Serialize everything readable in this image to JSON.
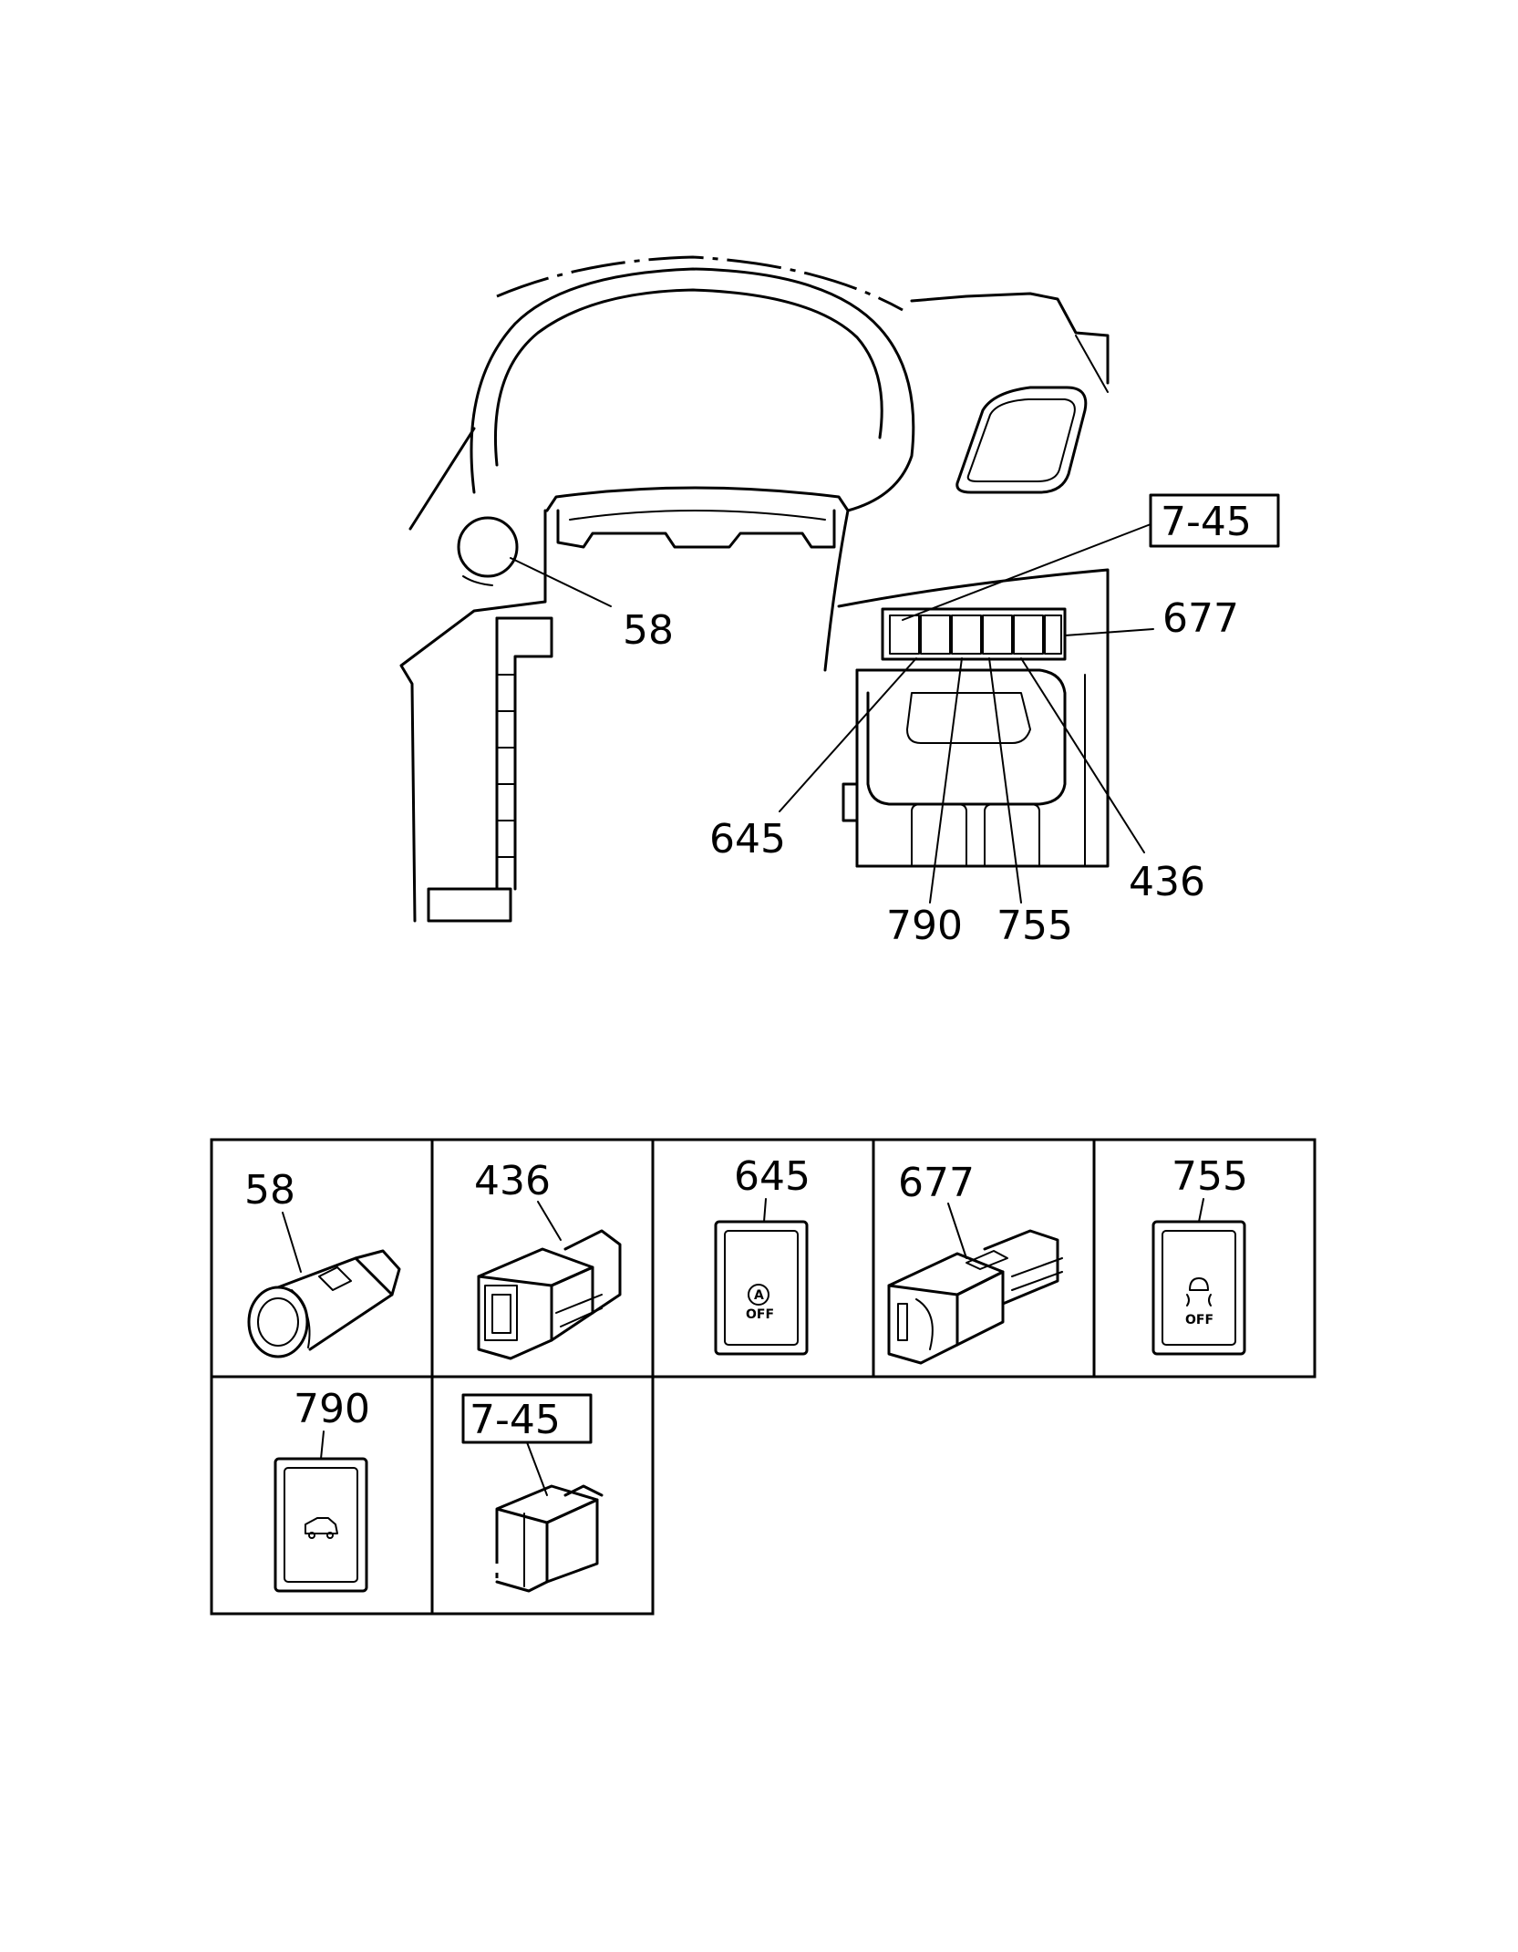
{
  "callouts": {
    "c58": "58",
    "c7_45": "7-45",
    "c677": "677",
    "c645": "645",
    "c436": "436",
    "c790": "790",
    "c755": "755"
  },
  "table": {
    "cells": [
      {
        "label": "58"
      },
      {
        "label": "436"
      },
      {
        "label": "645"
      },
      {
        "label": "677"
      },
      {
        "label": "755"
      },
      {
        "label": "790"
      },
      {
        "label": "7-45"
      }
    ]
  },
  "icons": {
    "auto_off_letter": "A",
    "off_text_645": "OFF",
    "off_text_755": "OFF"
  }
}
